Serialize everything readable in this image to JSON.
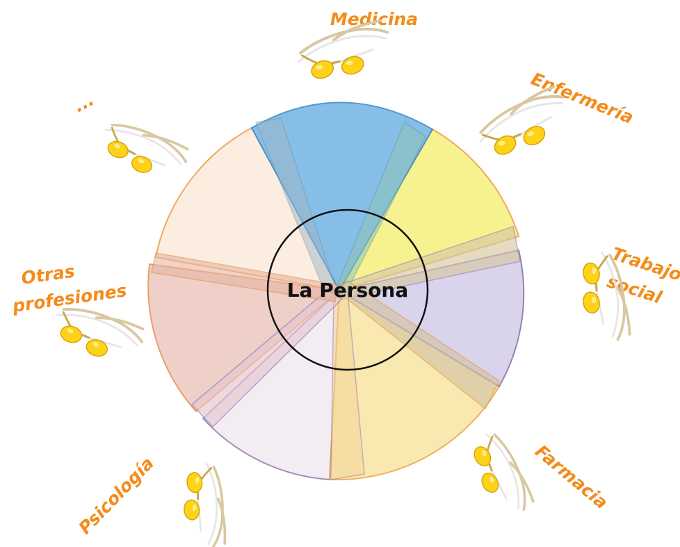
{
  "center": {
    "label": "La Persona"
  },
  "disciplines": [
    {
      "id": "medicina",
      "label": "Medicina"
    },
    {
      "id": "enfermeria",
      "label": "Enfermería"
    },
    {
      "id": "trabajo-social",
      "label": "Trabajo social"
    },
    {
      "id": "farmacia",
      "label": "Farmacia"
    },
    {
      "id": "psicologia",
      "label": "Psicología"
    },
    {
      "id": "otras",
      "label": "Otras profesiones"
    },
    {
      "id": "more",
      "label": "..."
    }
  ],
  "colors": {
    "label": "#f28c1b",
    "medicina_fill": "#7ab8e6",
    "enfermeria_fill": "#f6f28a",
    "trabajo_fill": "#d8d2ea",
    "farmacia_fill": "#f9e6a8",
    "psicologia_fill": "#f3edf3",
    "otras_fill": "#ecc8bf",
    "more_fill": "#fbeee0",
    "lens": "#ffd21a"
  },
  "icons": {
    "glasses": "glasses-icon"
  }
}
